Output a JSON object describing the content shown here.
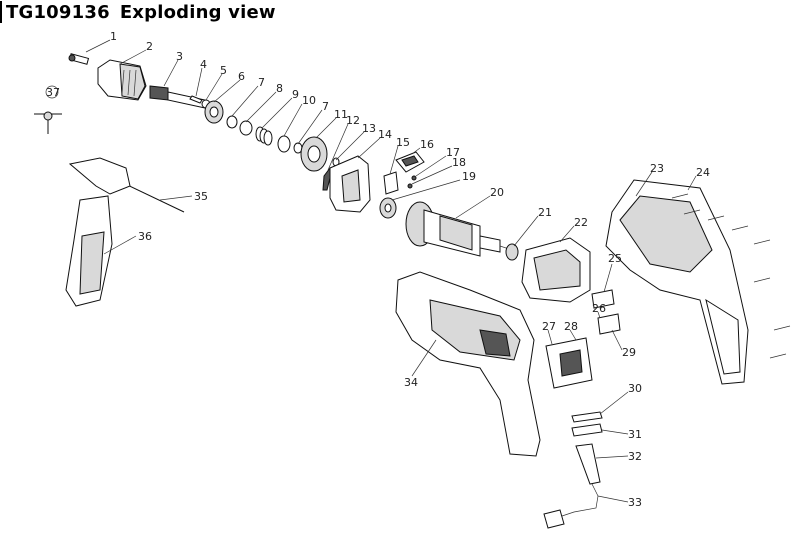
{
  "header": {
    "code": "TG109136",
    "title": "Exploding view"
  },
  "callouts": [
    {
      "n": "1"
    },
    {
      "n": "2"
    },
    {
      "n": "3"
    },
    {
      "n": "4"
    },
    {
      "n": "5"
    },
    {
      "n": "6"
    },
    {
      "n": "7"
    },
    {
      "n": "8"
    },
    {
      "n": "9"
    },
    {
      "n": "10"
    },
    {
      "n": "7"
    },
    {
      "n": "11"
    },
    {
      "n": "12"
    },
    {
      "n": "13"
    },
    {
      "n": "14"
    },
    {
      "n": "15"
    },
    {
      "n": "16"
    },
    {
      "n": "17"
    },
    {
      "n": "18"
    },
    {
      "n": "19"
    },
    {
      "n": "20"
    },
    {
      "n": "21"
    },
    {
      "n": "22"
    },
    {
      "n": "23"
    },
    {
      "n": "24"
    },
    {
      "n": "25"
    },
    {
      "n": "26"
    },
    {
      "n": "27"
    },
    {
      "n": "28"
    },
    {
      "n": "29"
    },
    {
      "n": "30"
    },
    {
      "n": "31"
    },
    {
      "n": "32"
    },
    {
      "n": "33"
    },
    {
      "n": "34"
    },
    {
      "n": "35"
    },
    {
      "n": "36"
    },
    {
      "n": "37"
    }
  ]
}
